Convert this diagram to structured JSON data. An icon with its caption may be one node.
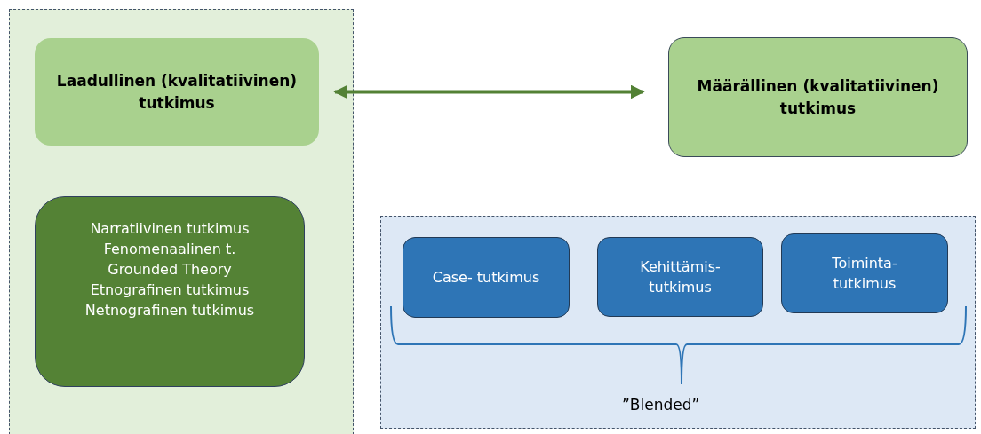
{
  "diagram": {
    "nodes": [
      {
        "text": [],
        "shape": "box"
      },
      {
        "text": [
          "Laadullinen (kvalitatiivinen) tutkimus"
        ],
        "in": 0
      },
      {
        "text": [
          "Narratiivinen tutkimus",
          "Fenomenaalinen t.",
          "Grounded Theory",
          "Etnografinen tutkimus",
          "Netnografinen tutkimus"
        ],
        "in": 0
      },
      {
        "text": [
          "Määrällinen (kvalitatiivinen) tutkimus"
        ]
      },
      {
        "text": [],
        "shape": "box"
      },
      {
        "text": [
          "Case- tutkimus"
        ],
        "in": 4
      },
      {
        "text": [
          "Kehittämis- tutkimus"
        ],
        "in": 4
      },
      {
        "text": [
          "Toiminta- tutkimus"
        ],
        "in": 4
      }
    ],
    "edges": [
      {
        "from": 1,
        "to": 3,
        "arrow": "both"
      }
    ],
    "labels": [
      "”Blended”"
    ]
  }
}
